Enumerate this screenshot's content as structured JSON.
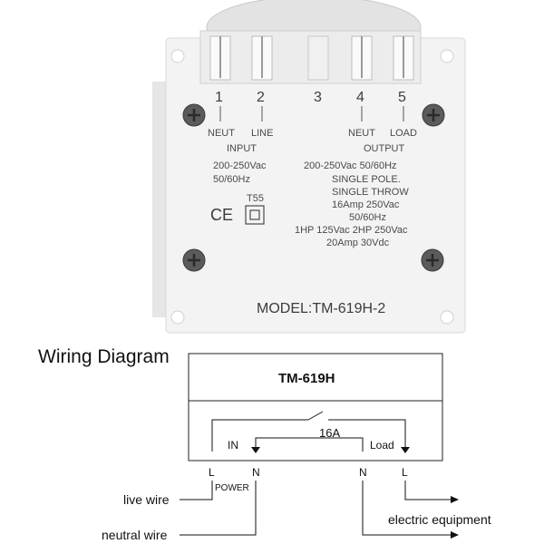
{
  "timer_label": {
    "terminal_numbers": [
      "1",
      "2",
      "3",
      "4",
      "5"
    ],
    "input": {
      "neut": "NEUT",
      "line": "LINE",
      "heading": "INPUT",
      "voltage": "200-250Vac",
      "frequency": "50/60Hz"
    },
    "output": {
      "neut": "NEUT",
      "load": "LOAD",
      "heading": "OUTPUT",
      "voltage_freq": "200-250Vac  50/60Hz",
      "pole": "SINGLE  POLE.",
      "throw": "SINGLE  THROW",
      "rating": "16Amp    250Vac",
      "rating_freq": "50/60Hz",
      "hp_line": "1HP    125Vac   2HP   250Vac",
      "dc_line": "20Amp          30Vdc"
    },
    "ce_mark": "CE",
    "t55": "T55",
    "model": "MODEL:TM-619H-2"
  },
  "wiring": {
    "title": "Wiring Diagram",
    "device": "TM-619H",
    "current": "16A",
    "in_label": "IN",
    "load_label": "Load",
    "terminal_L_left": "L",
    "terminal_N_left": "N",
    "power_label": "POWER",
    "terminal_N_right": "N",
    "terminal_L_right": "L",
    "live_wire": "live wire",
    "neutral_wire": "neutral wire",
    "equipment": "electric equipment"
  }
}
